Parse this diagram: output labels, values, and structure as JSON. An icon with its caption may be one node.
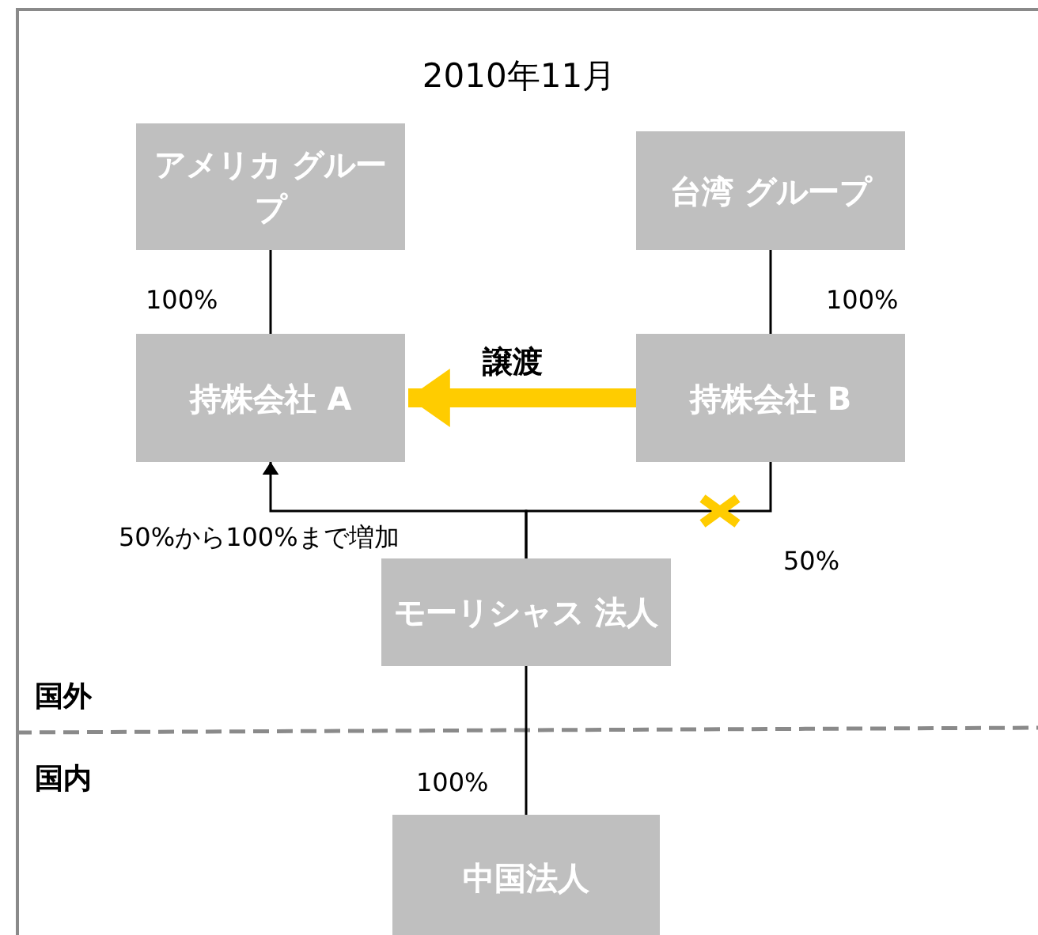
{
  "diagram": {
    "title": "2010年11月",
    "nodes": [
      {
        "text": [
          "アメリカ グループ"
        ]
      },
      {
        "text": [
          "台湾 グループ"
        ]
      },
      {
        "text": [
          "持株会社 A"
        ]
      },
      {
        "text": [
          "持株会社 B"
        ]
      },
      {
        "text": [
          "モーリシャス 法人"
        ]
      },
      {
        "text": [
          "中国法人"
        ]
      }
    ],
    "edges": [
      {
        "from": 0,
        "to": 2,
        "arrow": "none",
        "label": "100%"
      },
      {
        "from": 1,
        "to": 3,
        "arrow": "none",
        "label": "100%"
      },
      {
        "from": 3,
        "to": 2,
        "arrow": "to",
        "label": "譲渡",
        "style": "thick",
        "color": "#ffcc00"
      },
      {
        "from": 4,
        "to": 2,
        "arrow": "to",
        "label": "50%から100%まで増加"
      },
      {
        "from": 4,
        "to": 3,
        "arrow": "none",
        "label": "50%"
      },
      {
        "from": 4,
        "to": 5,
        "arrow": "none",
        "label": "100%"
      }
    ],
    "labels": [
      "国外",
      "国内"
    ]
  }
}
